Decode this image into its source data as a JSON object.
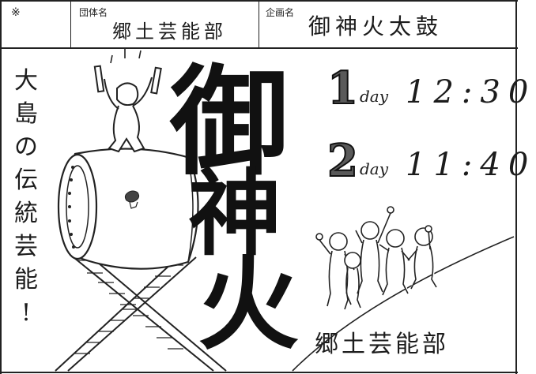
{
  "header": {
    "mark": "※",
    "group_label": "団体名",
    "group_value": "郷土芸能部",
    "project_label": "企画名",
    "project_value": "御神火太鼓"
  },
  "side_text": [
    "大",
    "島",
    "の",
    "伝",
    "統",
    "芸",
    "能",
    "!"
  ],
  "title_chars": [
    "御",
    "神",
    "火"
  ],
  "schedule": [
    {
      "day": "1",
      "word": "day",
      "time": "12:30"
    },
    {
      "day": "2",
      "word": "day",
      "time": "11:40"
    }
  ],
  "footer_signature": "郷土芸能部"
}
